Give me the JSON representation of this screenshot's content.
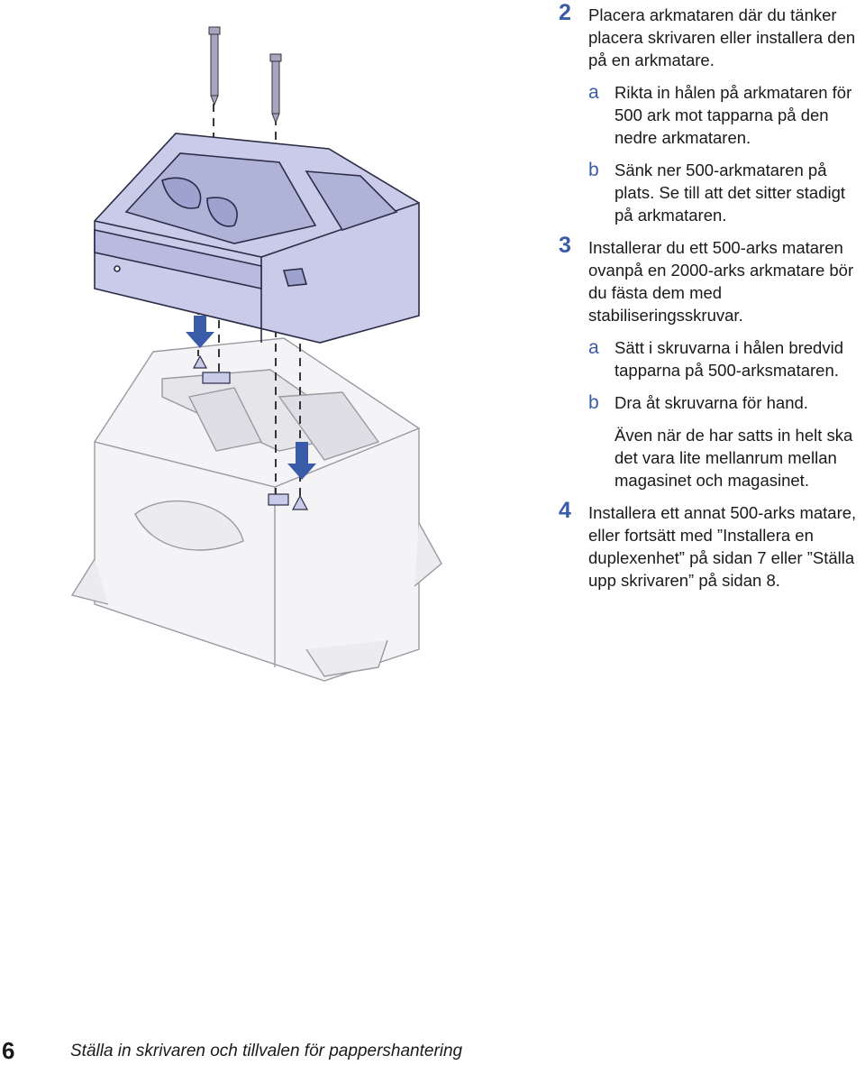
{
  "steps": [
    {
      "number": "2",
      "text": "Placera arkmataren där du tänker placera skrivaren eller installera den på en arkmatare."
    },
    {
      "letter": "a",
      "text": "Rikta in hålen på arkmataren för 500 ark mot tapparna på den nedre arkmataren."
    },
    {
      "letter": "b",
      "text": "Sänk ner 500-arkmataren på plats. Se till att det sitter stadigt på arkmataren."
    },
    {
      "number": "3",
      "text": "Installerar du ett 500-arks mataren ovanpå en 2000-arks arkmatare bör du fästa dem med stabiliseringsskruvar."
    },
    {
      "letter": "a",
      "text": "Sätt i skruvarna i hålen bredvid tapparna på 500-arksmataren."
    },
    {
      "letter": "b",
      "text": "Dra åt skruvarna för hand."
    },
    {
      "note": "Även när de har satts in helt ska det vara lite mellanrum mellan magasinet och magasinet."
    },
    {
      "number": "4",
      "text": "Installera ett annat 500-arks matare, eller fortsätt med ”Installera en duplexenhet” på sidan 7 eller ”Ställa upp skrivaren” på sidan 8."
    }
  ],
  "footer": {
    "page_number": "6",
    "title": "Ställa in skrivaren och tillvalen för pappershantering"
  },
  "colors": {
    "accent": "#3a5ba8",
    "tray": "#c9cbe8",
    "outline": "#2c2c48",
    "arrow": "#3a5ba8"
  }
}
